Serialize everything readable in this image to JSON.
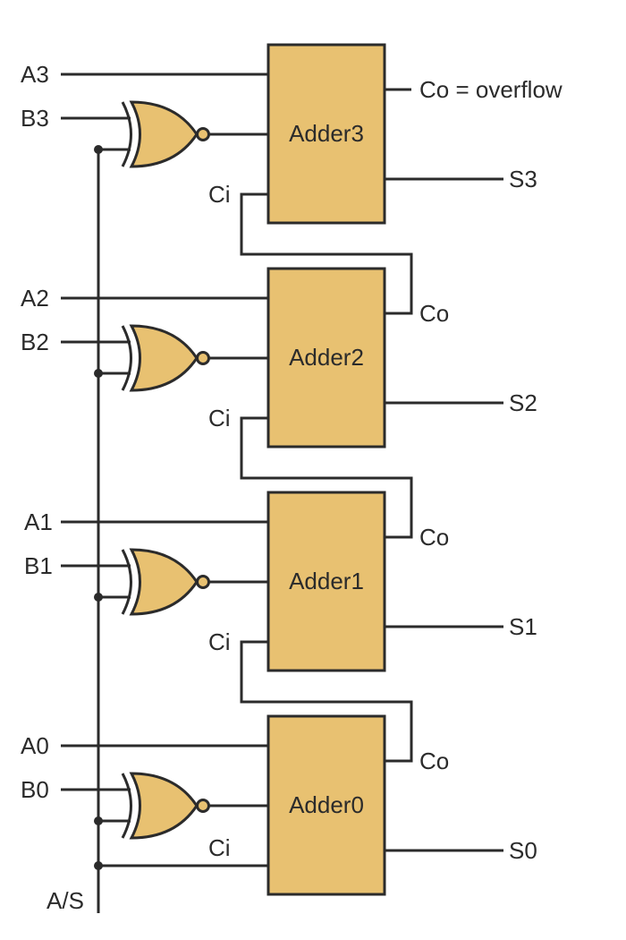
{
  "colors": {
    "component_fill": "#e8c171",
    "line": "#2b2b2b",
    "background": "#ffffff"
  },
  "stages": [
    {
      "adder_label": "Adder3",
      "a_label": "A3",
      "b_label": "B3",
      "cin_label": "Ci",
      "cout_label": "Co = overflow",
      "sum_label": "S3"
    },
    {
      "adder_label": "Adder2",
      "a_label": "A2",
      "b_label": "B2",
      "cin_label": "Ci",
      "cout_label": "Co",
      "sum_label": "S2"
    },
    {
      "adder_label": "Adder1",
      "a_label": "A1",
      "b_label": "B1",
      "cin_label": "Ci",
      "cout_label": "Co",
      "sum_label": "S1"
    },
    {
      "adder_label": "Adder0",
      "a_label": "A0",
      "b_label": "B0",
      "cin_label": "Ci",
      "cout_label": "Co",
      "sum_label": "S0"
    }
  ],
  "control_label": "A/S",
  "gate_type": "xnor-gate"
}
